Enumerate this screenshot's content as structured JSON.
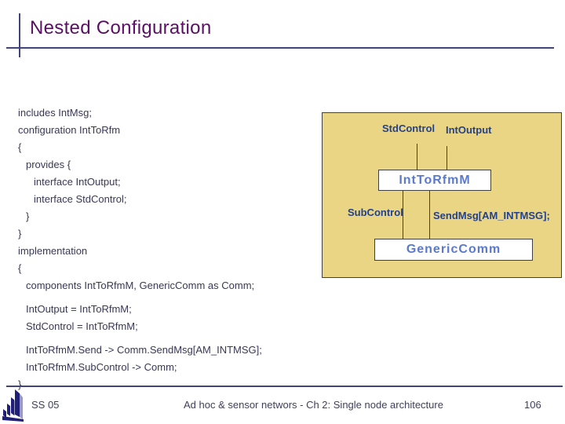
{
  "title": "Nested Configuration",
  "code": {
    "lines": [
      "includes IntMsg;",
      "configuration IntToRfm",
      "{",
      "provides {",
      "interface IntOutput;",
      "interface StdControl;",
      "}",
      "}",
      "implementation",
      "{",
      "components IntToRfmM, GenericComm as Comm;",
      "IntOutput = IntToRfmM;",
      "StdControl = IntToRfmM;",
      "IntToRfmM.Send -> Comm.SendMsg[AM_INTMSG];",
      "IntToRfmM.SubControl -> Comm;",
      "}"
    ]
  },
  "diagram": {
    "top_labels": [
      "StdControl",
      "IntOutput"
    ],
    "component_box": "IntToRfmM",
    "bottom_labels": [
      "SubControl",
      "SendMsg[AM_INTMSG];"
    ],
    "inner_box": "GenericComm"
  },
  "footer": {
    "semester": "SS 05",
    "course": "Ad hoc & sensor networs - Ch 2: Single node architecture",
    "page": "106"
  },
  "icons": {
    "footer_logo": "university-logo"
  },
  "colors": {
    "title_text": "#5b1065",
    "rule": "#44447c",
    "code_text": "#383858",
    "diagram_background": "#e9d584",
    "diagram_label_text": "#23418c",
    "diagram_box_text": "#5b7ace",
    "diagram_line": "#404040",
    "footer_text": "#3f3f5a",
    "logo_navy": "#1f1f78",
    "logo_light": "#9c9cc0"
  }
}
